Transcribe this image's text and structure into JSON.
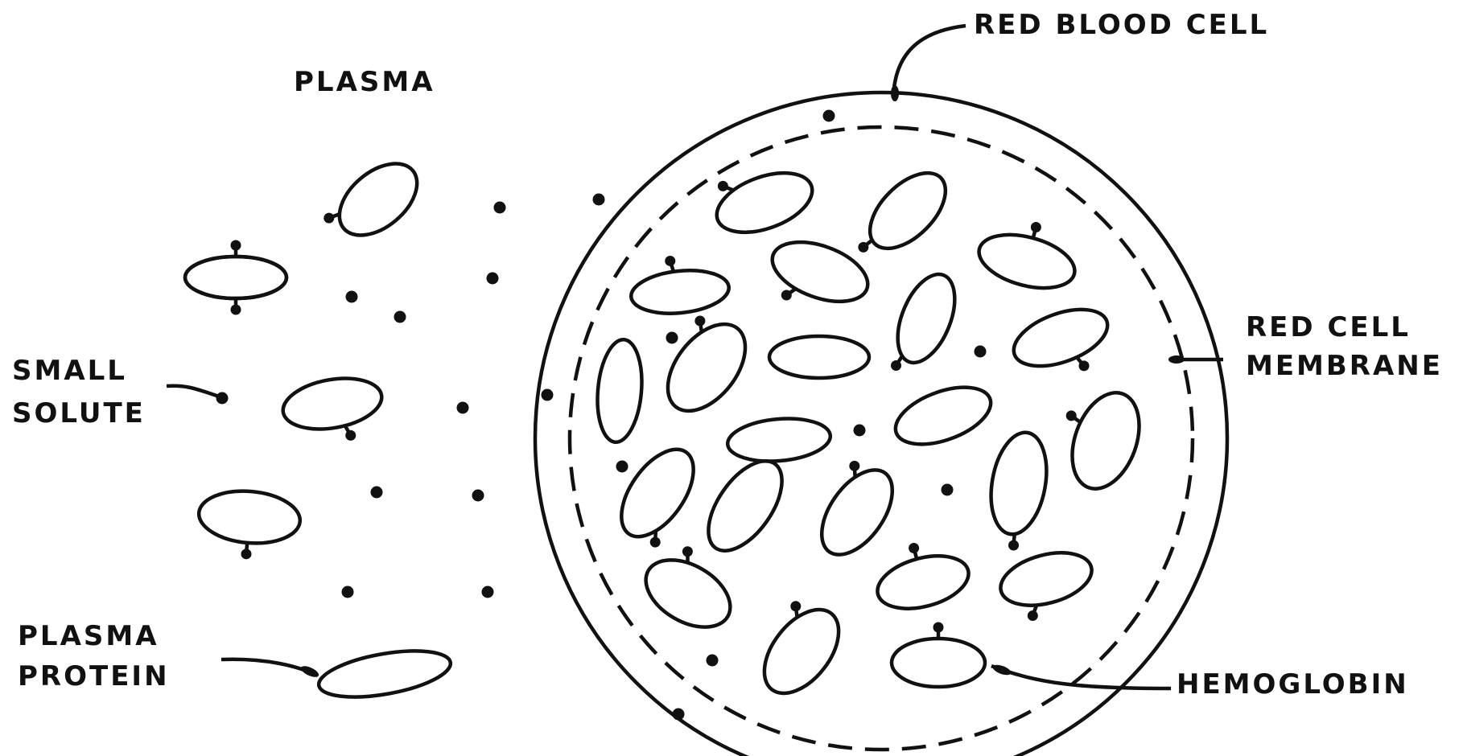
{
  "labels": {
    "red_blood_cell": "RED BLOOD CELL",
    "plasma": "PLASMA",
    "red_cell_membrane_line1": "RED CELL",
    "red_cell_membrane_line2": "MEMBRANE",
    "small_solute_line1": "SMALL",
    "small_solute_line2": "SOLUTE",
    "plasma_protein_line1": "PLASMA",
    "plasma_protein_line2": "PROTEIN",
    "hemoglobin": "HEMOGLOBIN"
  },
  "colors": {
    "ink": "#111111",
    "background": "#ffffff"
  }
}
